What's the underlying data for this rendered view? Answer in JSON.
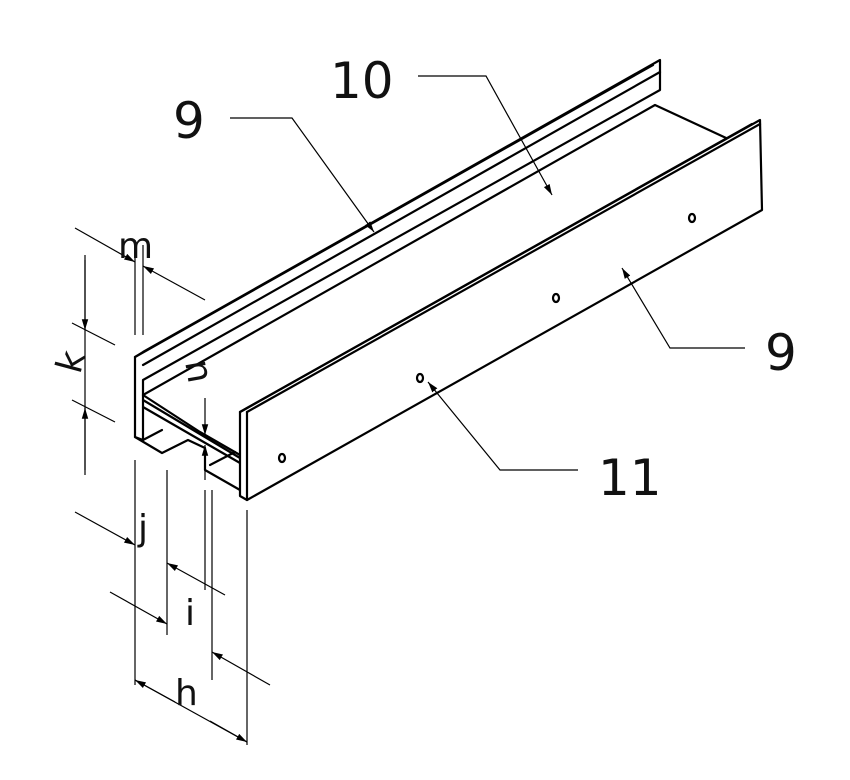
{
  "figure": {
    "reference_labels": {
      "left_wall": "9",
      "floor": "10",
      "right_wall": "9",
      "hole": "11"
    },
    "dimension_labels": {
      "m": "m",
      "k": "k",
      "n": "n",
      "j": "j",
      "i": "i",
      "h": "h"
    }
  }
}
